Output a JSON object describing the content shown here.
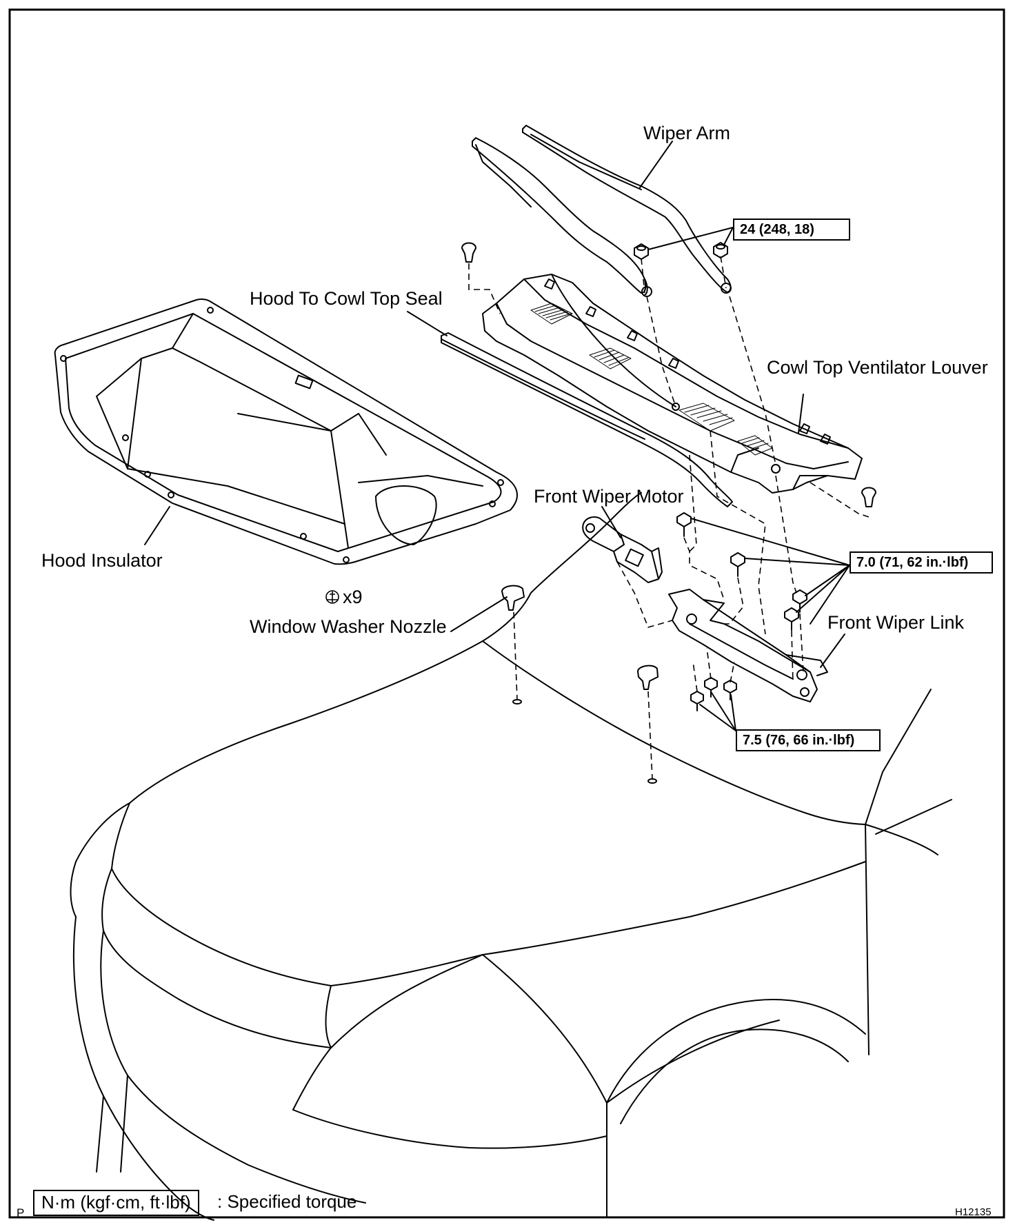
{
  "labels": {
    "wiper_arm": "Wiper Arm",
    "hood_to_cowl_top_seal": "Hood To Cowl Top Seal",
    "cowl_top_ventilator_louver": "Cowl Top Ventilator Louver",
    "front_wiper_motor": "Front Wiper Motor",
    "hood_insulator": "Hood Insulator",
    "clip_count": "x9",
    "window_washer_nozzle": "Window Washer Nozzle",
    "front_wiper_link": "Front Wiper Link"
  },
  "torques": {
    "wiper_arm_nut": "24 (248, 18)",
    "link_bolts": "7.0 (71, 62 in.·lbf)",
    "motor_bolts": "7.5 (76, 66 in.·lbf)"
  },
  "legend": {
    "box": "N·m (kgf·cm, ft·lbf)",
    "text": ": Specified torque"
  },
  "corner_mark": "P",
  "figure_id": "H12135",
  "icons": [
    "clip-icon",
    "nut-icon",
    "bolt-icon"
  ]
}
